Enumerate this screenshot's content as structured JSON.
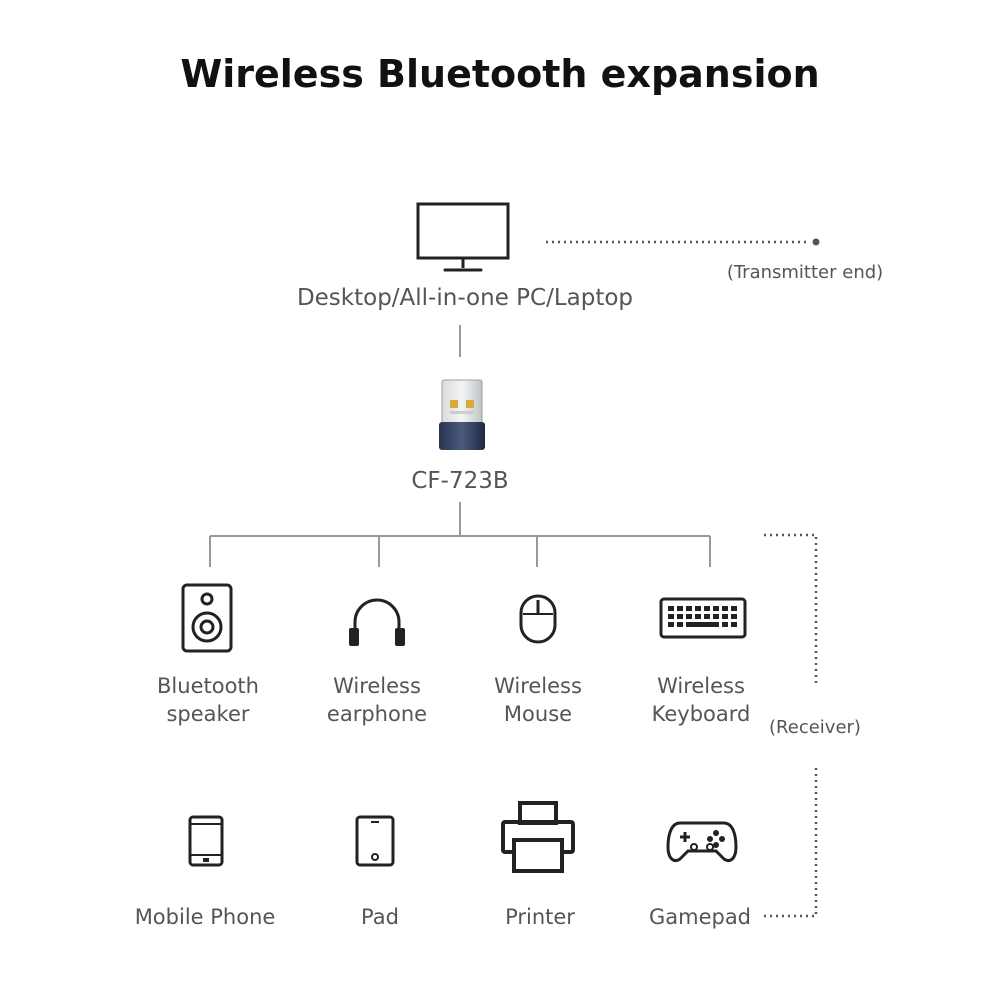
{
  "title": "Wireless Bluetooth expansion",
  "computer": {
    "label": "Desktop/All-in-one PC/Laptop",
    "icon": "monitor-icon"
  },
  "transmitter": {
    "label": "(Transmitter end)"
  },
  "adapter": {
    "label": "CF-723B",
    "icon": "usb-adapter-icon"
  },
  "receiver": {
    "label": "(Receiver)"
  },
  "devices": [
    {
      "line1": "Bluetooth",
      "line2": "speaker",
      "icon": "speaker-icon"
    },
    {
      "line1": "Wireless",
      "line2": "earphone",
      "icon": "headphones-icon"
    },
    {
      "line1": "Wireless",
      "line2": "Mouse",
      "icon": "mouse-icon"
    },
    {
      "line1": "Wireless",
      "line2": "Keyboard",
      "icon": "keyboard-icon"
    },
    {
      "line1": "Mobile Phone",
      "icon": "phone-icon"
    },
    {
      "line1": "Pad",
      "icon": "tablet-icon"
    },
    {
      "line1": "Printer",
      "icon": "printer-icon"
    },
    {
      "line1": "Gamepad",
      "icon": "gamepad-icon"
    }
  ],
  "colors": {
    "line": "#9a9a9a",
    "dots": "#555555",
    "icon": "#222222",
    "title": "#111111"
  }
}
